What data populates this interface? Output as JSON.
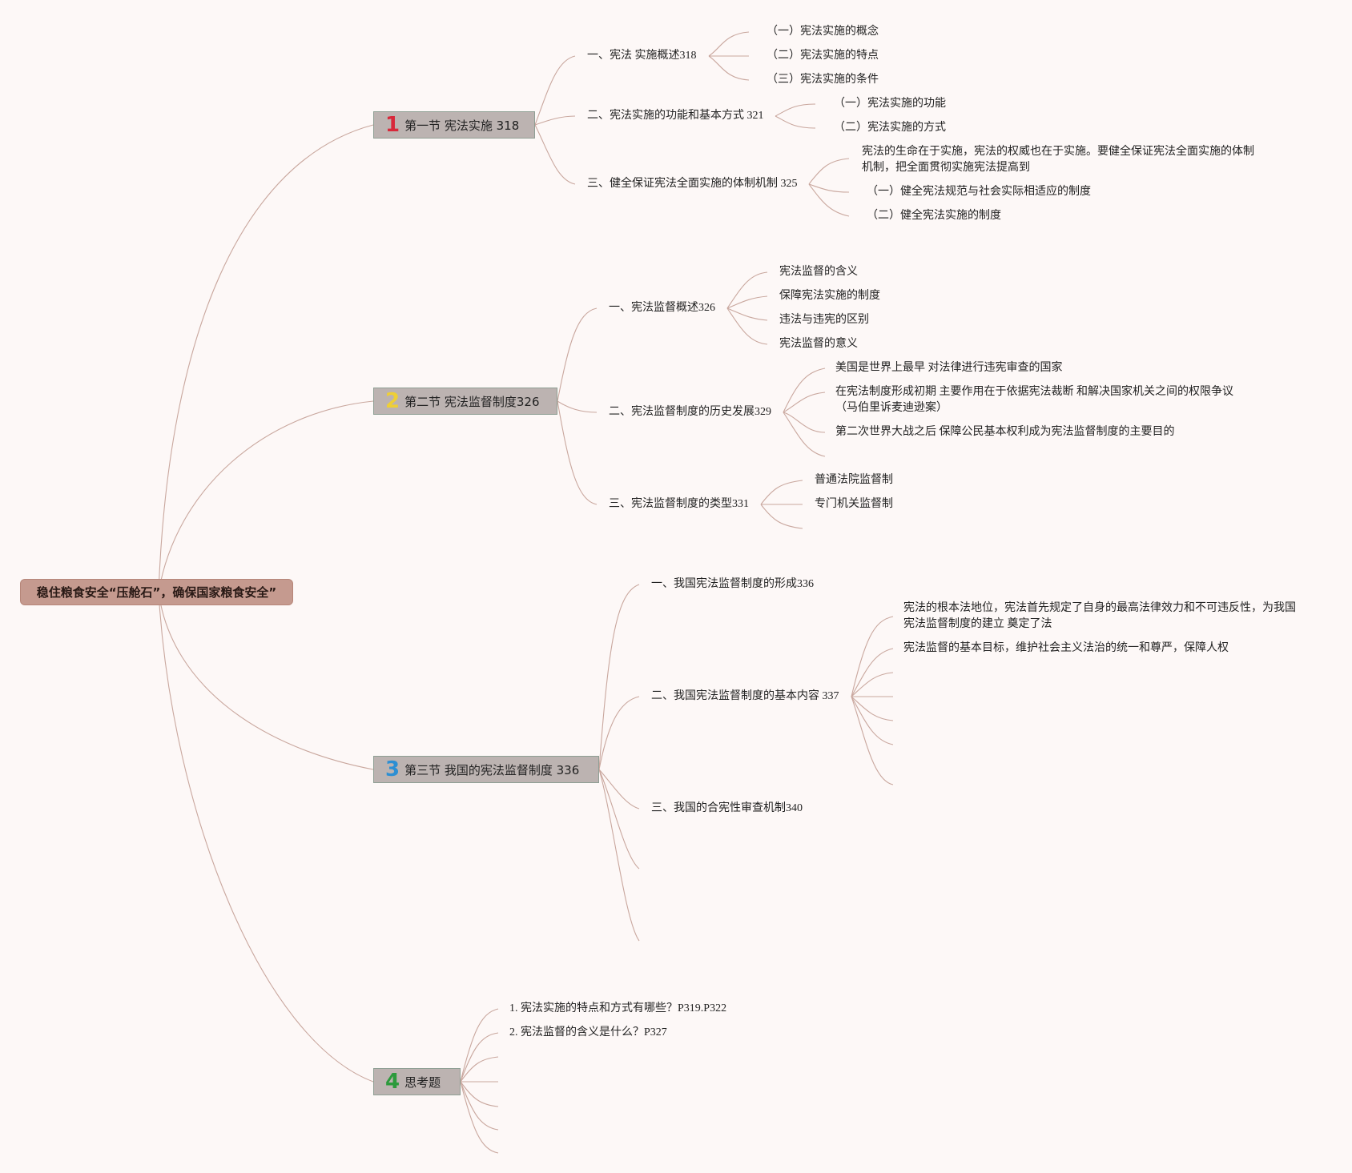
{
  "root": "稳住粮食安全“压舱石”，确保国家粮食安全”",
  "sections": [
    {
      "num": "1",
      "label": "第一节 宪法实施 318",
      "items": [
        {
          "label": "一、宪法 实施概述318",
          "children": [
            "（一）宪法实施的概念",
            "（二）宪法实施的特点",
            "（三）宪法实施的条件"
          ]
        },
        {
          "label": "二、宪法实施的功能和基本方式 321",
          "children": [
            "（一）宪法实施的功能",
            "（二）宪法实施的方式"
          ]
        },
        {
          "label": "三、健全保证宪法全面实施的体制机制 325",
          "children": [
            "宪法的生命在于实施，宪法的权威也在于实施。要健全保证宪法全面实施的体制机制，把全面贯彻实施宪法提高到",
            "（一）健全宪法规范与社会实际相适应的制度",
            "（二）健全宪法实施的制度"
          ]
        }
      ]
    },
    {
      "num": "2",
      "label": "第二节 宪法监督制度326",
      "items": [
        {
          "label": "一、宪法监督概述326",
          "children": [
            "宪法监督的含义",
            "保障宪法实施的制度",
            "违法与违宪的区别",
            "宪法监督的意义"
          ]
        },
        {
          "label": "二、宪法监督制度的历史发展329",
          "children": [
            "美国是世界上最早 对法律进行违宪审查的国家",
            "在宪法制度形成初期 主要作用在于依据宪法裁断 和解决国家机关之间的权限争议（马伯里诉麦迪逊案）",
            "第二次世界大战之后 保障公民基本权利成为宪法监督制度的主要目的"
          ]
        },
        {
          "label": "三、宪法监督制度的类型331",
          "children": [
            "普通法院监督制",
            "专门机关监督制"
          ]
        }
      ]
    },
    {
      "num": "3",
      "label": "第三节 我国的宪法监督制度 336",
      "items": [
        {
          "label": "一、我国宪法监督制度的形成336",
          "children": []
        },
        {
          "label": "二、我国宪法监督制度的基本内容 337",
          "children": [
            "宪法的根本法地位，宪法首先规定了自身的最高法律效力和不可违反性，为我国宪法监督制度的建立 奠定了法",
            "宪法监督的基本目标，维护社会主义法治的统一和尊严，保障人权"
          ]
        },
        {
          "label": "三、我国的合宪性审查机制340",
          "children": []
        }
      ]
    },
    {
      "num": "4",
      "label": "思考题",
      "items": [
        {
          "label": "1. 宪法实施的特点和方式有哪些？P319.P322",
          "children": []
        },
        {
          "label": "2. 宪法监督的含义是什么？P327",
          "children": []
        }
      ]
    }
  ]
}
